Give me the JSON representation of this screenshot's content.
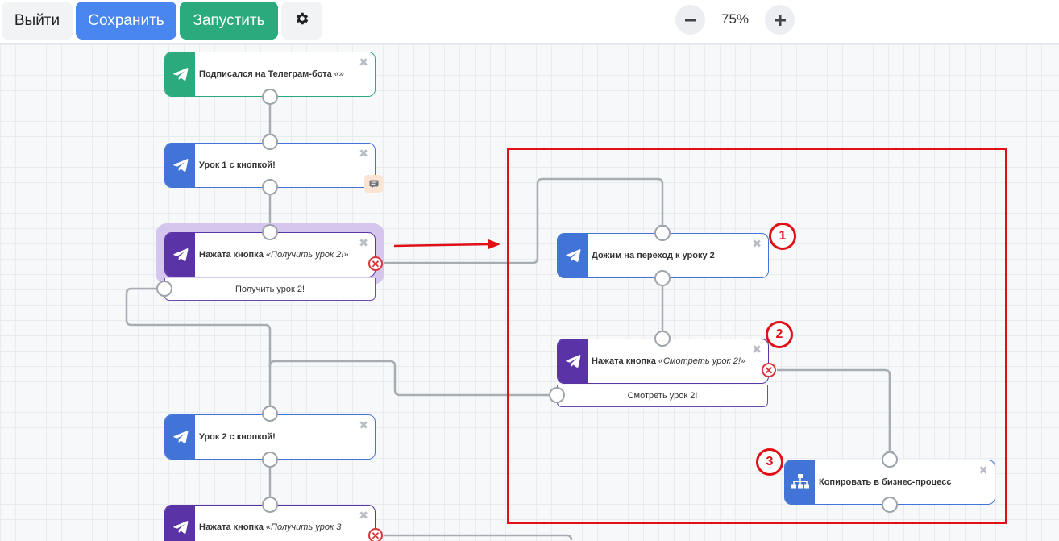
{
  "toolbar": {
    "exit_label": "Выйти",
    "save_label": "Сохранить",
    "run_label": "Запустить",
    "settings_icon": "gear-icon",
    "zoom_minus": "−",
    "zoom_plus": "+",
    "zoom_level": "75%"
  },
  "nodes": {
    "trigger": {
      "label": "Подписался на Телеграм-бота",
      "quote": "«»",
      "icon": "telegram-icon",
      "color": "#2bab7d"
    },
    "lesson1": {
      "label": "Урок 1 с кнопкой!",
      "icon": "telegram-icon",
      "color": "#4174d6",
      "badge_icon": "comment-icon"
    },
    "button_get2": {
      "label": "Нажата кнопка",
      "quote": "«Получить урок 2!»",
      "icon": "telegram-icon",
      "color": "#5a34a6",
      "button_label": "Получить урок 2!"
    },
    "lesson2": {
      "label": "Урок 2 с кнопкой!",
      "icon": "telegram-icon",
      "color": "#4174d6"
    },
    "button_get3": {
      "label": "Нажата кнопка",
      "quote": "«Получить урок 3",
      "icon": "telegram-icon",
      "color": "#5a34a6"
    },
    "push": {
      "label": "Дожим на переход к уроку 2",
      "icon": "telegram-icon",
      "color": "#4174d6"
    },
    "button_watch2": {
      "label": "Нажата кнопка",
      "quote": "«Смотреть урок 2!»",
      "icon": "telegram-icon",
      "color": "#5a34a6",
      "button_label": "Смотреть урок 2!"
    },
    "copy_process": {
      "label": "Копировать в бизнес-процесс",
      "icon": "sitemap-icon",
      "color": "#4174d6"
    }
  },
  "annotations": {
    "badge1": "1",
    "badge2": "2",
    "badge3": "3",
    "highlight_color": "#e10f16"
  },
  "close_glyph": "✖",
  "timeout_glyph": "✕"
}
